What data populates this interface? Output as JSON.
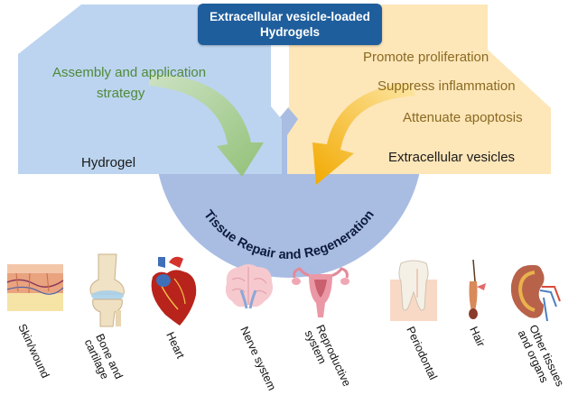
{
  "title": {
    "line1": "Extracellular vesicle-loaded",
    "line2": "Hydrogels"
  },
  "left_panel": {
    "label": "Hydrogel",
    "strategy_line1": "Assembly and application",
    "strategy_line2": "strategy"
  },
  "right_panel": {
    "label": "Extracellular vesicles",
    "effects": [
      "Promote proliferation",
      "Suppress inflammation",
      "Attenuate apoptosis"
    ]
  },
  "center": {
    "label": "Tissue Repair and Regeneration"
  },
  "organs": [
    {
      "icon": "skin-icon",
      "label_lines": [
        "Skin/wound"
      ]
    },
    {
      "icon": "bone-cartilage-icon",
      "label_lines": [
        "Bone and",
        "cartilage"
      ]
    },
    {
      "icon": "heart-icon",
      "label_lines": [
        "Heart"
      ]
    },
    {
      "icon": "brain-icon",
      "label_lines": [
        "Nerve system"
      ]
    },
    {
      "icon": "uterus-icon",
      "label_lines": [
        "Reproductive",
        "system"
      ]
    },
    {
      "icon": "tooth-icon",
      "label_lines": [
        "Periodontal"
      ]
    },
    {
      "icon": "hair-icon",
      "label_lines": [
        "Hair"
      ]
    },
    {
      "icon": "kidney-icon",
      "label_lines": [
        "Other tissues",
        "and organs"
      ]
    }
  ],
  "colors": {
    "left_panel": "#bcd4ef",
    "right_panel": "#fde6b8",
    "circle": "#a9bde3",
    "title_box": "#1f5e9c",
    "green_arrow": "#a7cd8a",
    "orange_arrow": "#f4b320"
  }
}
